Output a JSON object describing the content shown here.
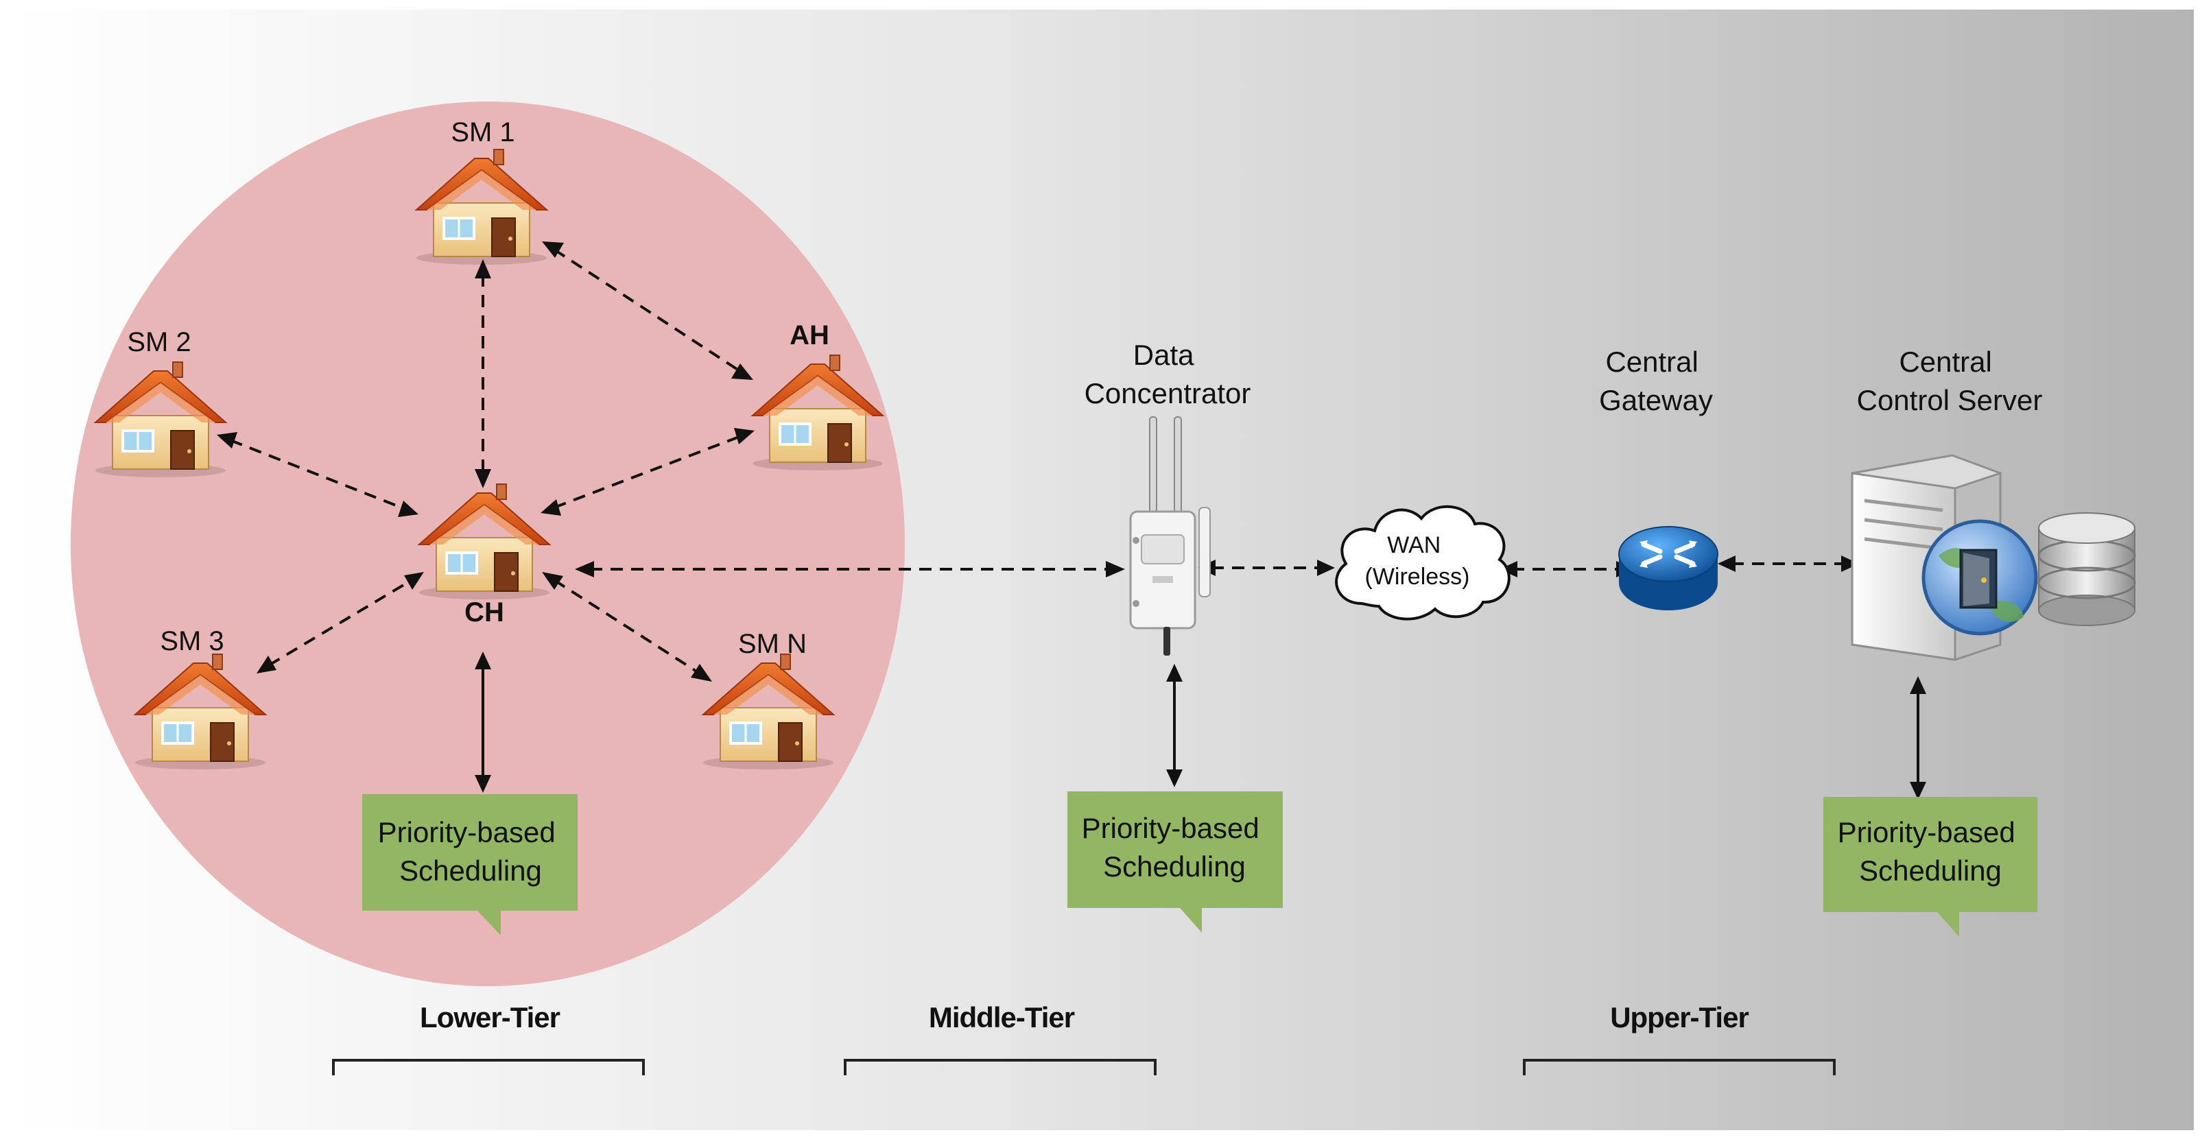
{
  "nodes": {
    "sm1": "SM 1",
    "sm2": "SM 2",
    "sm3": "SM 3",
    "smn": "SM N",
    "ah": "AH",
    "ch": "CH",
    "data_concentrator": [
      "Data",
      "Concentrator"
    ],
    "wan": [
      "WAN",
      "(Wireless)"
    ],
    "central_gateway": [
      "Central",
      "Gateway"
    ],
    "central_control_server": [
      "Central",
      "Control Server"
    ]
  },
  "callouts": {
    "lower": [
      "Priority-based",
      "Scheduling"
    ],
    "middle": [
      "Priority-based",
      "Scheduling"
    ],
    "upper": [
      "Priority-based",
      "Scheduling"
    ]
  },
  "tiers": {
    "lower": "Lower-Tier",
    "middle": "Middle-Tier",
    "upper": "Upper-Tier"
  },
  "colors": {
    "cluster_fill": "#e8b6b6",
    "callout_fill": "#93b664",
    "roof": "#d9531c",
    "wall": "#f3d8a2",
    "door": "#7a3a17",
    "router": "#1e73be"
  },
  "icons": {
    "house": "house-icon",
    "access_point": "access-point-icon",
    "cloud": "cloud-icon",
    "router": "router-icon",
    "server": "server-icon",
    "database": "database-icon"
  }
}
